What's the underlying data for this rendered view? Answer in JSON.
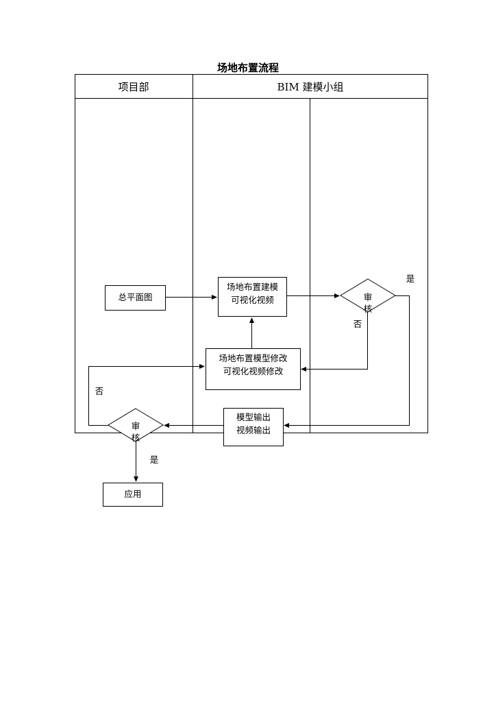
{
  "title": "场地布置流程",
  "lanes": {
    "project_dept": "项目部",
    "bim_group": "BIM 建模小组"
  },
  "nodes": {
    "site_plan": "总平面图",
    "model_video": {
      "line1": "场地布置建模",
      "line2": "可视化视频"
    },
    "review_bim": {
      "line1": "审",
      "line2": "核"
    },
    "modify": {
      "line1": "场地布置模型修改",
      "line2": "可视化视频修改"
    },
    "output": {
      "line1": "模型输出",
      "line2": "视频输出"
    },
    "review_proj": {
      "line1": "审",
      "line2": "核"
    },
    "apply": "应用"
  },
  "labels": {
    "bim_yes": "是",
    "bim_no": "否",
    "proj_no": "否",
    "proj_yes": "是"
  }
}
